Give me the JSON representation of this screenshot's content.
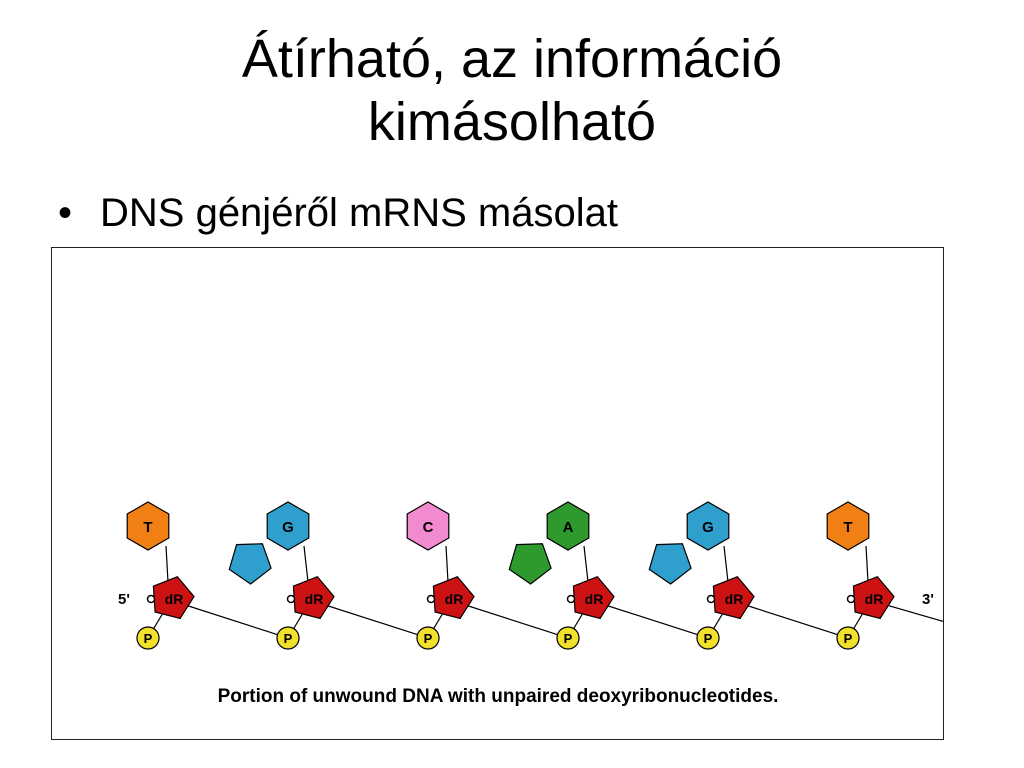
{
  "slide": {
    "title_line1": "Átírható, az információ",
    "title_line2": "kimásolható",
    "bullet": "DNS génjéről mRNS másolat"
  },
  "figure": {
    "caption": "Portion of unwound DNA with unpaired deoxyribonucleotides.",
    "end_5": "5'",
    "end_3": "3'",
    "sugar_label": "dR",
    "phosphate_label": "P",
    "bases": [
      {
        "letter": "T",
        "kind": "pyrimidine",
        "color": "#f07f14"
      },
      {
        "letter": "G",
        "kind": "purine",
        "color": "#2f9fce"
      },
      {
        "letter": "C",
        "kind": "pyrimidine",
        "color": "#f28ad0"
      },
      {
        "letter": "A",
        "kind": "purine",
        "color": "#2e9a2e"
      },
      {
        "letter": "G",
        "kind": "purine",
        "color": "#2f9fce"
      },
      {
        "letter": "T",
        "kind": "pyrimidine",
        "color": "#f07f14"
      }
    ],
    "colors": {
      "sugar": "#cc1212",
      "phosphate": "#f2e12c",
      "outline": "#000000"
    }
  }
}
